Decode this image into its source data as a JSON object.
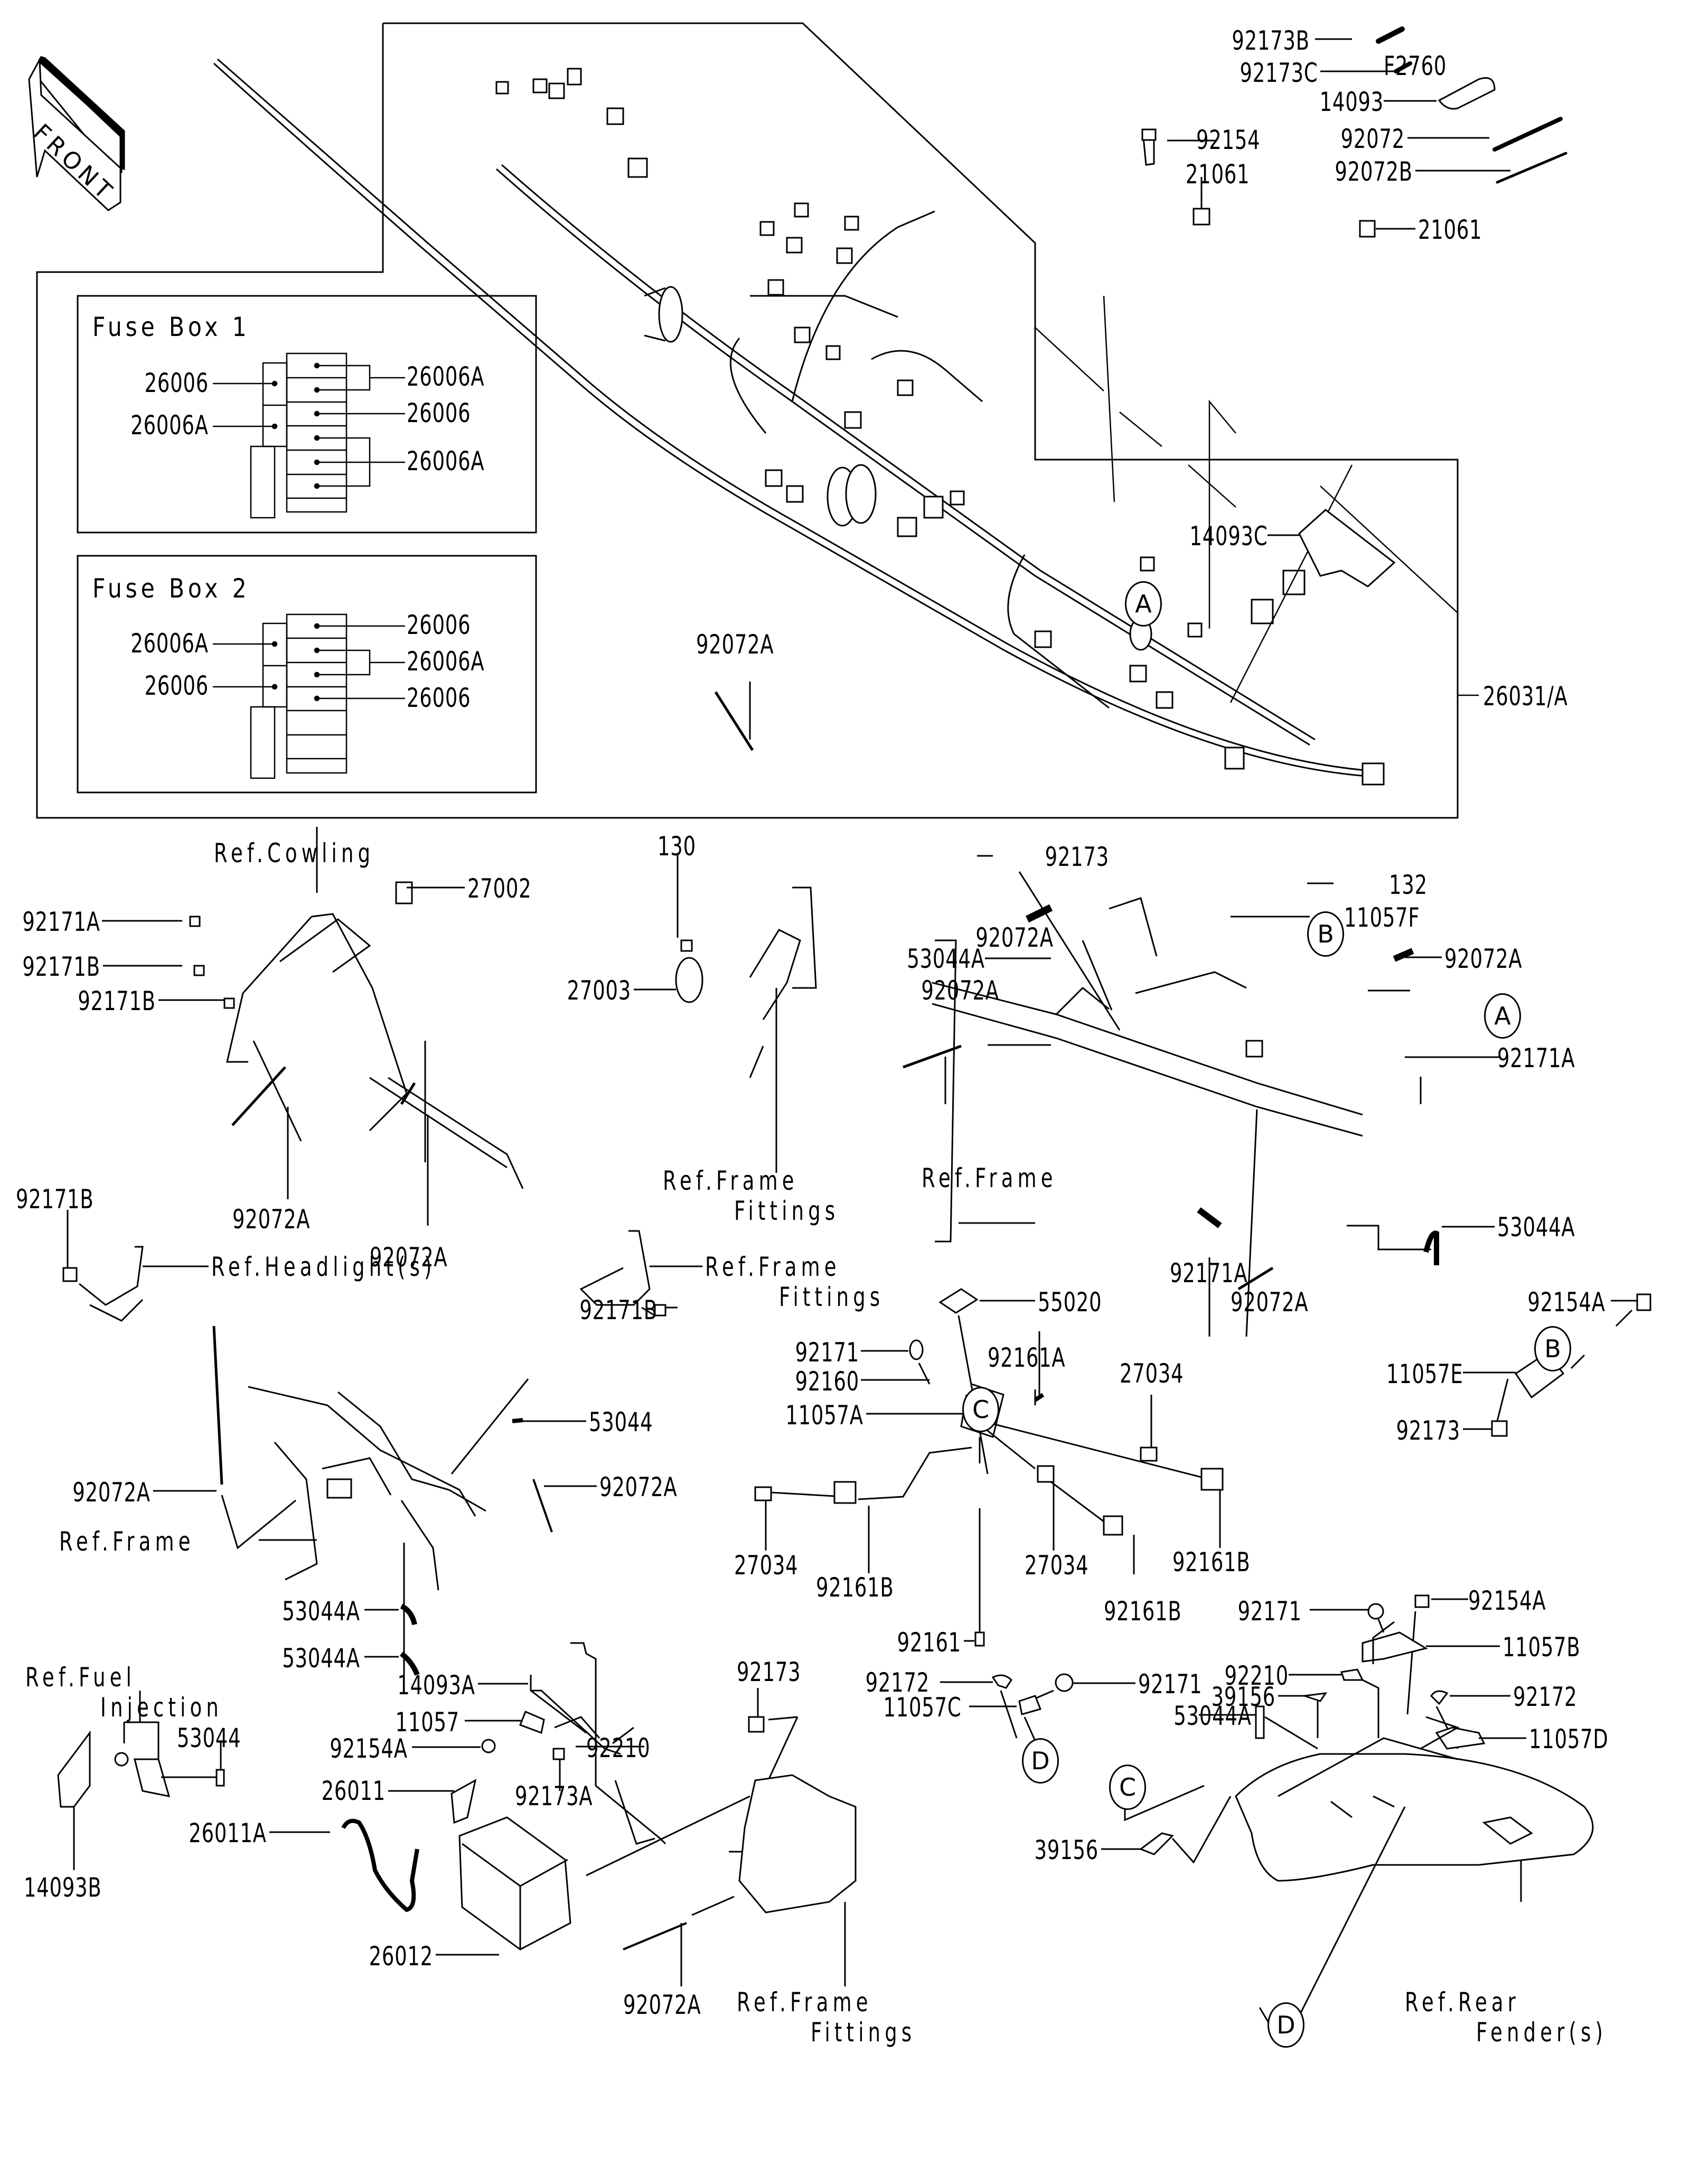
{
  "figure_id": "F2760",
  "front_arrow": "FRONT",
  "fuse_box_1": {
    "title": "Fuse Box 1",
    "left_labels": [
      "26006",
      "26006A"
    ],
    "right_labels": [
      "26006A",
      "26006",
      "26006A"
    ]
  },
  "fuse_box_2": {
    "title": "Fuse Box 2",
    "left_labels": [
      "26006A",
      "26006"
    ],
    "right_labels": [
      "26006",
      "26006A",
      "26006"
    ]
  },
  "harness": {
    "main_part": "26031/A",
    "tie": "92072A",
    "bolt": "92154",
    "connector_1": "21061",
    "connector_2": "21061",
    "callout_a": "A"
  },
  "loose_parts": {
    "clamp_b": "92173B",
    "clamp_c": "92173C",
    "cover": "14093",
    "tie": "92072",
    "tie_b": "92072B",
    "cover_c": "14093C"
  },
  "cowling_group": {
    "ref": "Ref.Cowling",
    "bracket": "27002",
    "clip_a": "92171A",
    "clip_b1": "92171B",
    "clip_b2": "92171B",
    "tie_1": "92072A",
    "tie_2": "92072A"
  },
  "horn_group": {
    "bolt": "130",
    "horn": "27003",
    "ref_line1": "Ref.Frame",
    "ref_line2": "Fittings"
  },
  "frame_right_group": {
    "clamp": "92173",
    "bolt": "132",
    "bracket": "11057F",
    "tie_top": "92072A",
    "grommet": "53044A",
    "tie_left": "92072A",
    "tie_right": "92072A",
    "clip": "92171A",
    "ref": "Ref.Frame",
    "grommet_2": "53044A",
    "clip_bottom": "92171A",
    "tie_bottom": "92072A",
    "callout_b": "B",
    "callout_a": "A"
  },
  "headlight_group": {
    "clip": "92171B",
    "ref": "Ref.Headlight(s)"
  },
  "frame_fitting_bracket": {
    "ref_line1": "Ref.Frame",
    "ref_line2": "Fittings",
    "clip": "92171B"
  },
  "front_frame_group": {
    "tie_left": "92072A",
    "grommet": "53044",
    "tie_right": "92072A",
    "ref": "Ref.Frame",
    "grommet_a1": "53044A",
    "grommet_a2": "53044A"
  },
  "relay_group": {
    "rubber": "55020",
    "clip": "92171",
    "collar": "92160",
    "damper_a": "92161A",
    "bracket": "11057A",
    "relay_1": "27034",
    "relay_2": "27034",
    "relay_3": "27034",
    "damper_b1": "92161B",
    "damper_b2": "92161B",
    "damper_b3": "92161B",
    "damper": "92161",
    "callout_c": "C"
  },
  "b_detail_group": {
    "bolt": "92154A",
    "bracket": "11057E",
    "clamp": "92173",
    "callout_b": "B"
  },
  "fuel_group": {
    "ref_line1": "Ref.Fuel",
    "ref_line2": "Injection",
    "grommet": "53044",
    "cover": "14093B"
  },
  "battery_group": {
    "cover": "14093A",
    "bracket": "11057",
    "bolt": "92154A",
    "clamp": "92173A",
    "nut": "92210",
    "cable_pos": "26011",
    "cable_neg": "26011A",
    "battery": "26012",
    "tie": "92072A",
    "clamp_top": "92173",
    "ref_line1": "Ref.Frame",
    "ref_line2": "Fittings"
  },
  "d_detail_group": {
    "screw": "92172",
    "clip": "92171",
    "bracket": "11057C",
    "callout_d": "D"
  },
  "rear_fender_group": {
    "clip": "92171",
    "bolt": "92154A",
    "bracket_b": "11057B",
    "nut": "92210",
    "rubber_1": "39156",
    "grommet": "53044A",
    "screw": "92172",
    "bracket_d": "11057D",
    "rubber_2": "39156",
    "ref_line1": "Ref.Rear",
    "ref_line2": "Fender(s)",
    "callout_c": "C",
    "callout_d": "D"
  }
}
